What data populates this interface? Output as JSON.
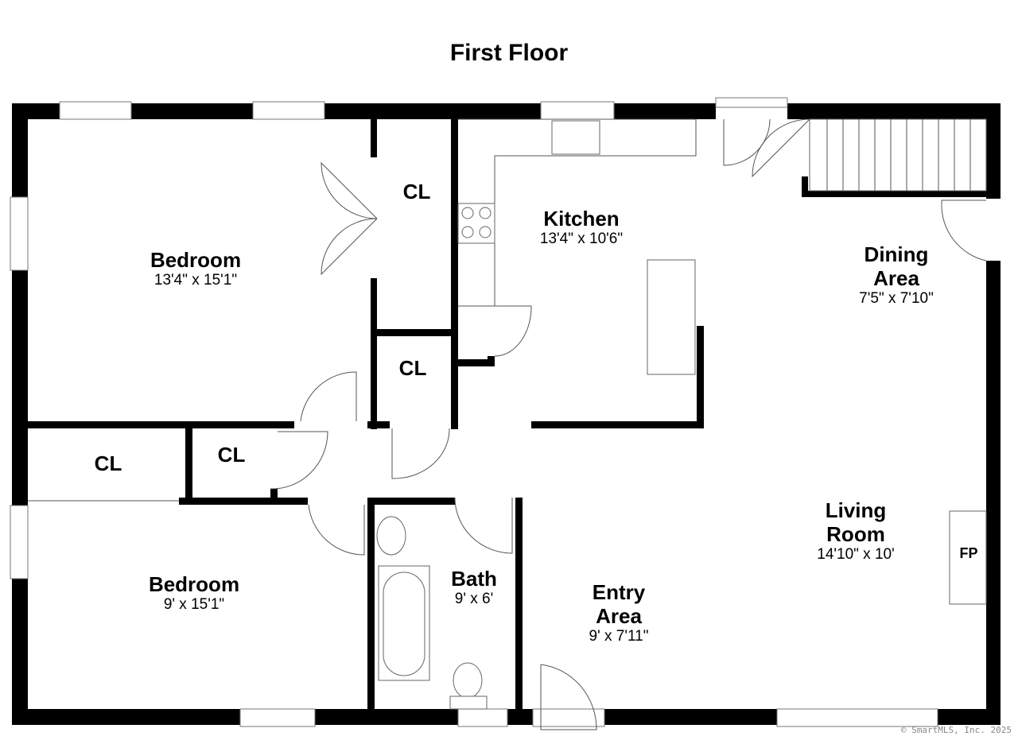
{
  "title": "First Floor",
  "rooms": {
    "bedroom1": {
      "name": "Bedroom",
      "dim": "13'4\" x 15'1\""
    },
    "bedroom2": {
      "name": "Bedroom",
      "dim": "9' x 15'1\""
    },
    "kitchen": {
      "name": "Kitchen",
      "dim": "13'4\" x 10'6\""
    },
    "dining": {
      "name": "Dining",
      "name2": "Area",
      "dim": "7'5\" x 7'10\""
    },
    "living": {
      "name": "Living",
      "name2": "Room",
      "dim": "14'10\" x 10'"
    },
    "entry": {
      "name": "Entry",
      "name2": "Area",
      "dim": "9' x 7'11\""
    },
    "bath": {
      "name": "Bath",
      "dim": "9' x 6'"
    },
    "closets": [
      "CL",
      "CL",
      "CL",
      "CL"
    ],
    "fireplace": "FP"
  },
  "credit": "© SmartMLS, Inc. 2025",
  "colors": {
    "wall": "#000000",
    "fixture_line": "#666666",
    "background": "#ffffff"
  }
}
